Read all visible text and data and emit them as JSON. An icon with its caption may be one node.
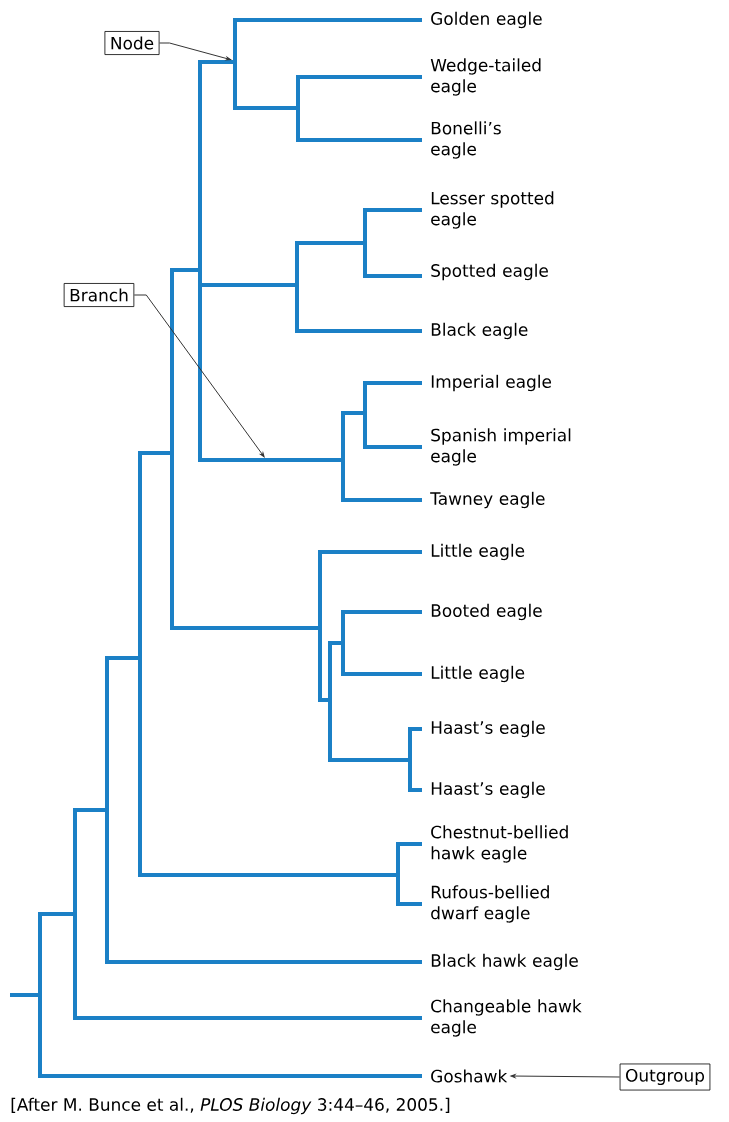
{
  "diagram": {
    "caption": "[After M. Bunce et al., *PLOS Biology* 3:44–46, 2005.]",
    "nodes": [
      {
        "text": [
          "Golden eagle"
        ]
      },
      {
        "text": [
          "Wedge-tailed eagle"
        ]
      },
      {
        "text": [
          "Bonelli’s eagle"
        ]
      },
      {
        "text": [
          "Lesser spotted eagle"
        ]
      },
      {
        "text": [
          "Spotted eagle"
        ]
      },
      {
        "text": [
          "Black eagle"
        ]
      },
      {
        "text": [
          "Imperial eagle"
        ]
      },
      {
        "text": [
          "Spanish imperial eagle"
        ]
      },
      {
        "text": [
          "Tawney eagle"
        ]
      },
      {
        "text": [
          "Little eagle"
        ]
      },
      {
        "text": [
          "Booted eagle"
        ]
      },
      {
        "text": [
          "Little eagle"
        ]
      },
      {
        "text": [
          "Haast’s eagle"
        ]
      },
      {
        "text": [
          "Haast’s eagle"
        ]
      },
      {
        "text": [
          "Chestnut-bellied hawk eagle"
        ]
      },
      {
        "text": [
          "Rufous-bellied dwarf eagle"
        ]
      },
      {
        "text": [
          "Black hawk eagle"
        ]
      },
      {
        "text": [
          "Changeable hawk eagle"
        ]
      },
      {
        "text": [
          "Goshawk"
        ]
      },
      {
        "text": [
          "Node"
        ]
      },
      {
        "text": [
          "Branch"
        ]
      },
      {
        "text": [
          "Outgroup"
        ]
      }
    ],
    "edges": [
      {
        "from": 19,
        "to": null,
        "arrow": "to"
      },
      {
        "from": 20,
        "to": null,
        "arrow": "to"
      },
      {
        "from": 21,
        "to": 18,
        "arrow": "to"
      }
    ]
  }
}
